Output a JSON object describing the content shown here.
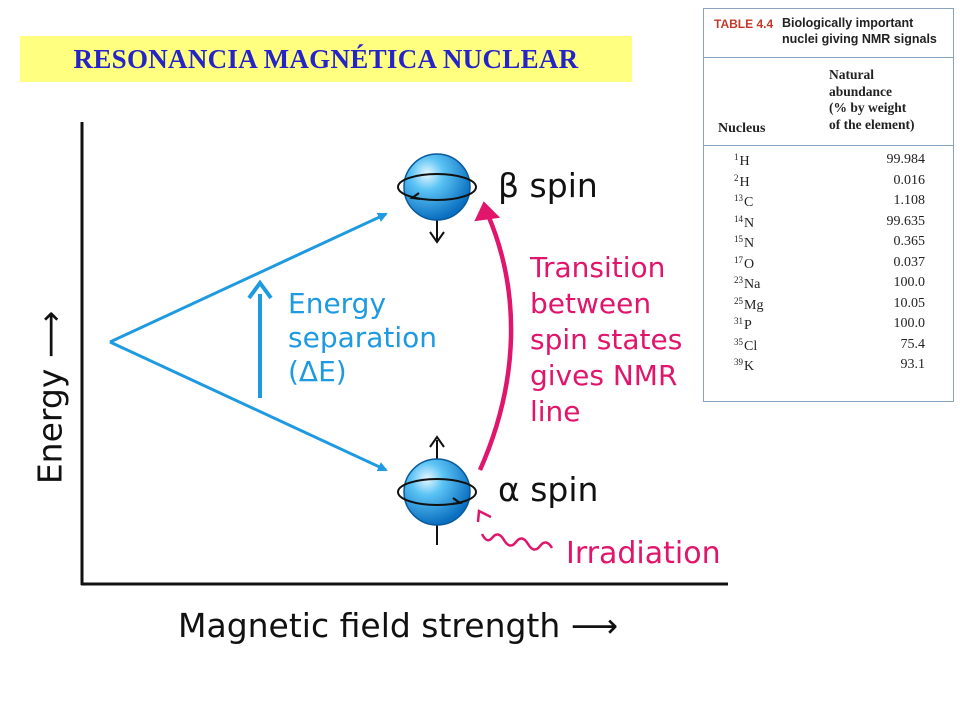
{
  "title": "RESONANCIA MAGNÉTICA NUCLEAR",
  "colors": {
    "title_text": "#2424c8",
    "title_bg": "#ffff80",
    "blue": "#1e9ae0",
    "magenta": "#e0156b",
    "axis": "#111111"
  },
  "diagram": {
    "x_axis_label": "Magnetic field strength ⟶",
    "y_axis_label": "Energy ⟶",
    "energy_separation": [
      "Energy",
      "separation",
      "(ΔE)"
    ],
    "transition": [
      "Transition",
      "between",
      "spin states",
      "gives NMR",
      "line"
    ],
    "irradiation": "Irradiation",
    "beta_spin": "β spin",
    "alpha_spin": "α spin"
  },
  "table": {
    "tag": "TABLE 4.4",
    "caption": [
      "Biologically important",
      "nuclei giving NMR signals"
    ],
    "col_nucleus": "Nucleus",
    "col_abundance": [
      "Natural",
      "abundance",
      "(% by weight",
      "of the element)"
    ],
    "rows": [
      {
        "mass": "1",
        "symbol": "H",
        "value": "99.984"
      },
      {
        "mass": "2",
        "symbol": "H",
        "value": "0.016"
      },
      {
        "mass": "13",
        "symbol": "C",
        "value": "1.108"
      },
      {
        "mass": "14",
        "symbol": "N",
        "value": "99.635"
      },
      {
        "mass": "15",
        "symbol": "N",
        "value": "0.365"
      },
      {
        "mass": "17",
        "symbol": "O",
        "value": "0.037"
      },
      {
        "mass": "23",
        "symbol": "Na",
        "value": "100.0"
      },
      {
        "mass": "25",
        "symbol": "Mg",
        "value": "10.05"
      },
      {
        "mass": "31",
        "symbol": "P",
        "value": "100.0"
      },
      {
        "mass": "35",
        "symbol": "Cl",
        "value": "75.4"
      },
      {
        "mass": "39",
        "symbol": "K",
        "value": "93.1"
      }
    ]
  }
}
